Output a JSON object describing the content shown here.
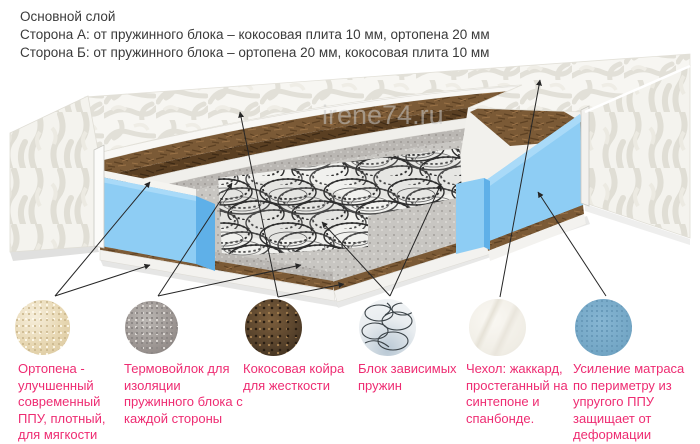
{
  "header": {
    "line1": "Основной слой",
    "line2": "Сторона А:  от пружинного блока – кокосовая плита 10 мм, ортопена 20 мм",
    "line3": "Сторона Б:  от пружинного блока – ортопена 20 мм, кокосовая плита 10 мм"
  },
  "watermark": "irene74.ru",
  "swatches": [
    {
      "id": "orthopena",
      "label": "Ортопена - улучшенный современный ППУ, плотный, для мягкости"
    },
    {
      "id": "thermofelt",
      "label": "Термовойлок для изоляции пружинного блока с каждой стороны"
    },
    {
      "id": "coir",
      "label": "Кокосовая койра для жесткости"
    },
    {
      "id": "springs",
      "label": "Блок зависимых пружин"
    },
    {
      "id": "cover",
      "label": "Чехол: жаккард, простеганный на синтепоне и спанбонде."
    },
    {
      "id": "perimeter",
      "label": "Усиление матраса по периметру из упругого ППУ защищает от деформации"
    }
  ],
  "colors": {
    "accent_pink": "#ee2c72",
    "header_text": "#3a3a3a",
    "foam_blue": "#8ecdf4",
    "foam_blue_dark": "#5fb0e8",
    "coco_brown": "#7b5a36",
    "coco_brown_dark": "#5a3f22",
    "felt_gray": "#bab7b3",
    "quilt_white": "#f7f6f2",
    "swatch_blue": "#74a7c6",
    "watermark_gray": "#c9c9c9"
  }
}
